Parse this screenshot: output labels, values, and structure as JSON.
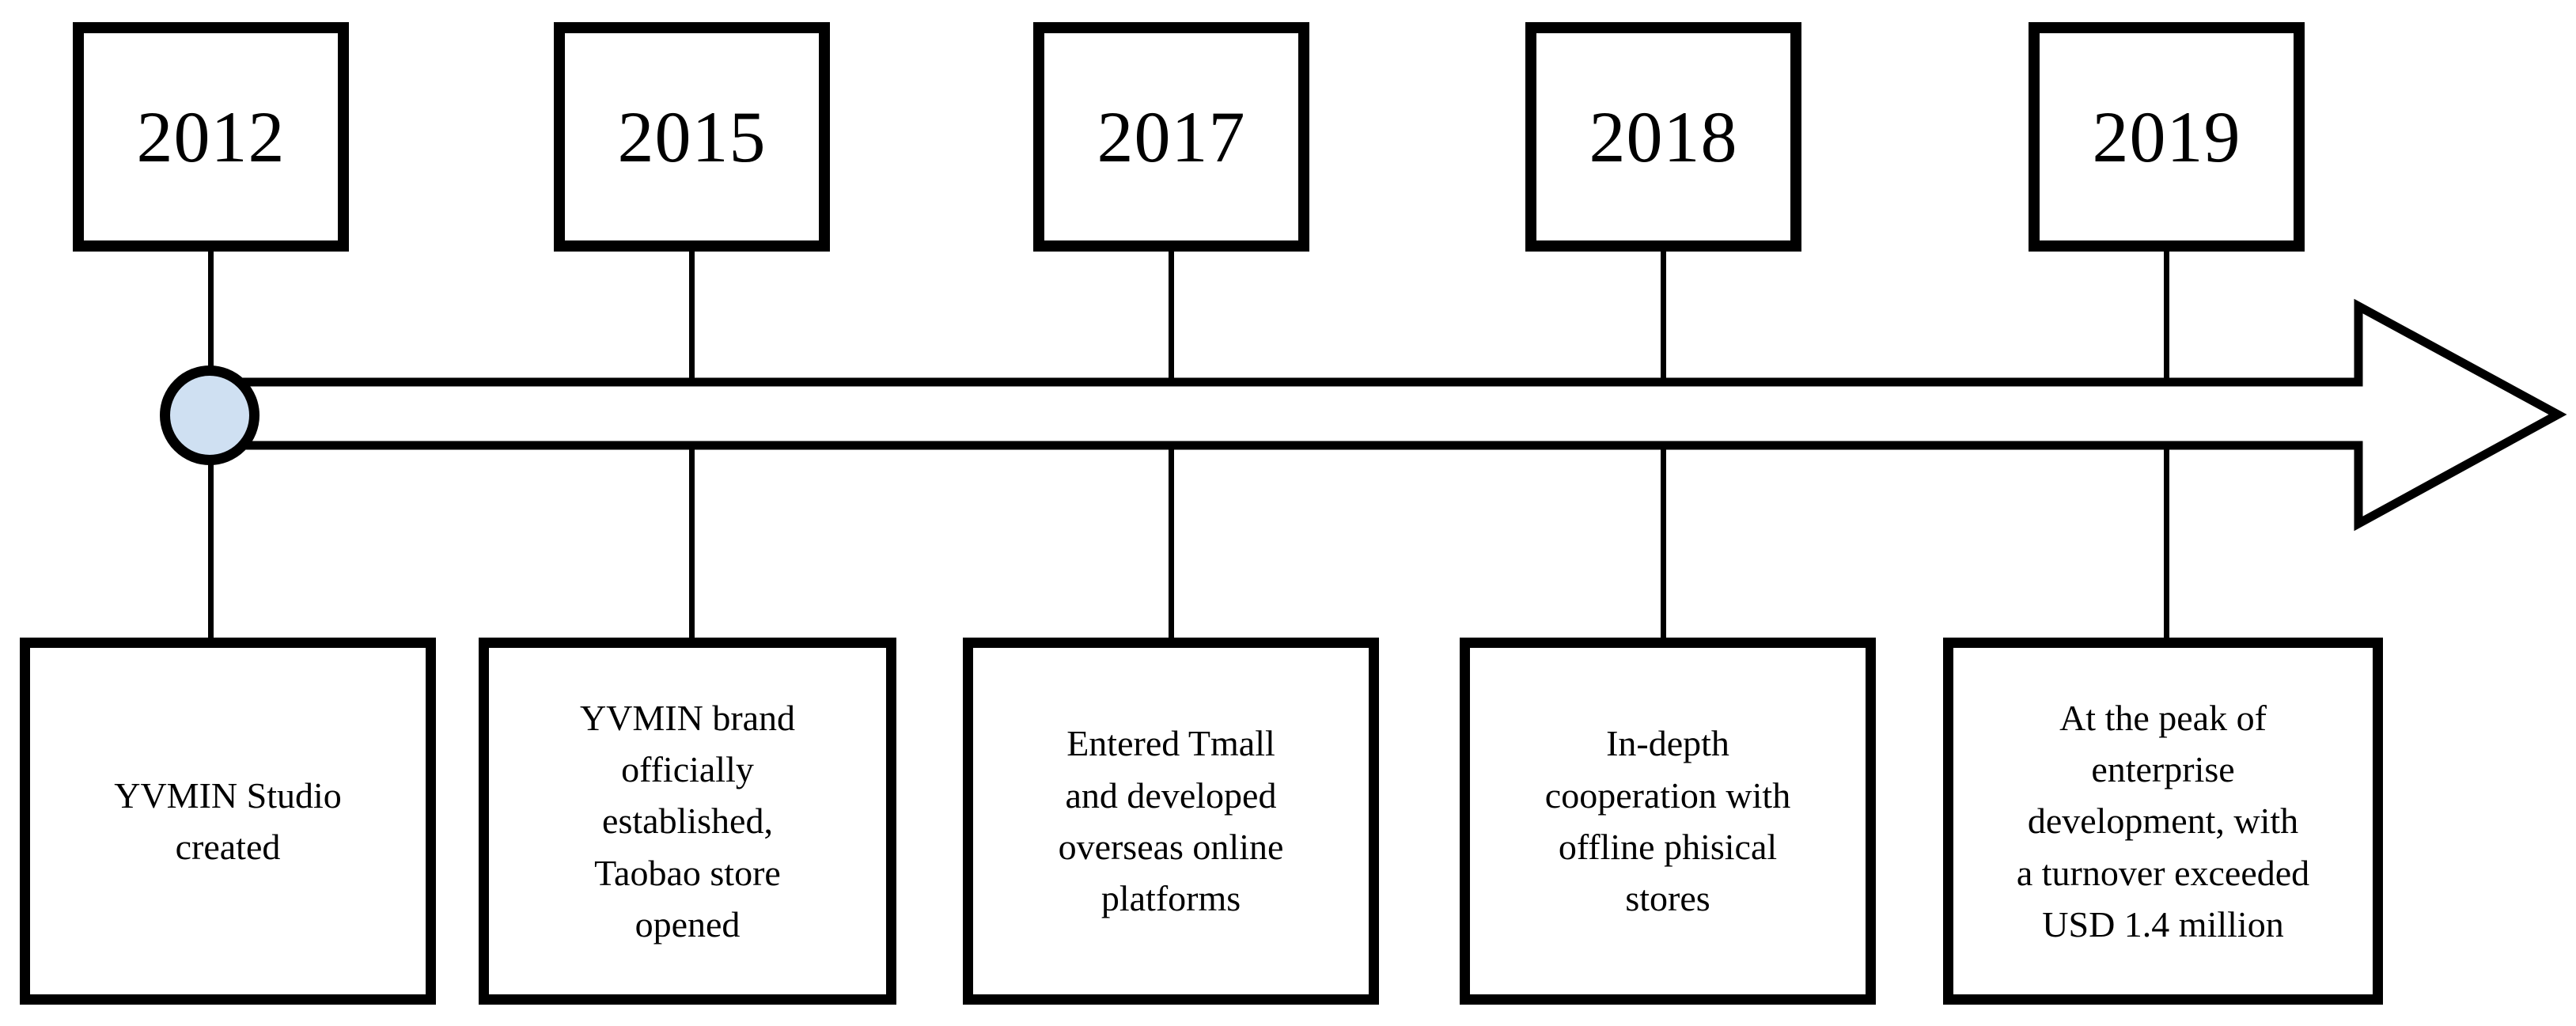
{
  "timeline": {
    "type": "timeline-diagram",
    "direction": "left-to-right",
    "line_color": "#000000",
    "box_fill": "#ffffff",
    "origin_marker_color": "#cfe0f2",
    "milestones": [
      {
        "year": "2012",
        "description": "YVMIN Studio\ncreated"
      },
      {
        "year": "2015",
        "description": "YVMIN brand\nofficially\nestablished,\nTaobao store\nopened"
      },
      {
        "year": "2017",
        "description": "Entered Tmall\nand developed\noverseas online\nplatforms"
      },
      {
        "year": "2018",
        "description": "In-depth\ncooperation with\noffline phisical\nstores"
      },
      {
        "year": "2019",
        "description": "At the peak of\nenterprise\ndevelopment, with\na turnover exceeded\nUSD 1.4 million"
      }
    ]
  }
}
